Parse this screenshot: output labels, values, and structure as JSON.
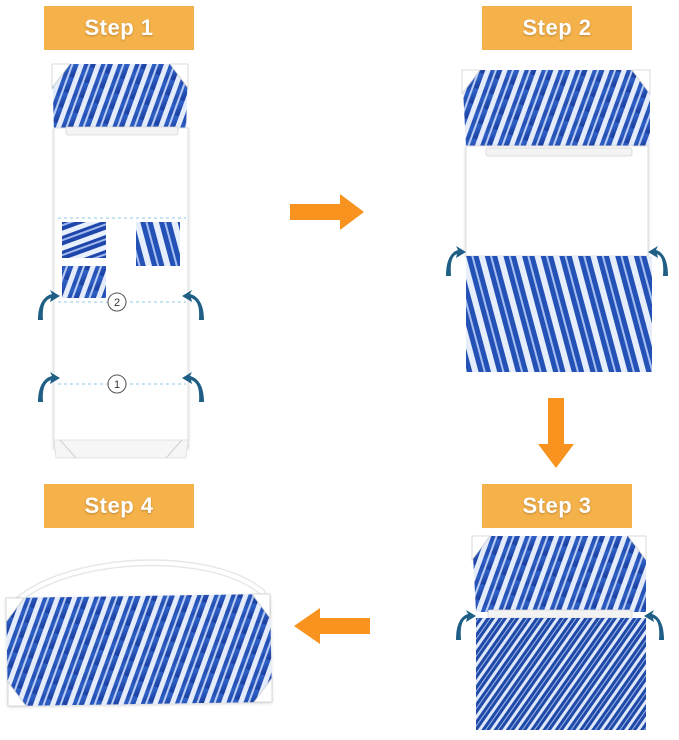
{
  "steps": [
    {
      "label": "Step 1"
    },
    {
      "label": "Step 2"
    },
    {
      "label": "Step 3"
    },
    {
      "label": "Step 4"
    }
  ],
  "fold_markers": [
    "1",
    "2"
  ],
  "icons": {
    "fold_arrow": "curved-fold-arrow-icon",
    "direction_arrow": "orange-direction-arrow-icon"
  },
  "colors": {
    "step_label_bg": "#f6b24a",
    "step_label_text": "#ffffff",
    "direction_arrow": "#f7931e",
    "fold_arrow": "#1f5f86",
    "tie_dye_dark": "#1a3f9e",
    "tie_dye_light": "#dfe8fb",
    "fold_line": "#8fc9ea"
  }
}
